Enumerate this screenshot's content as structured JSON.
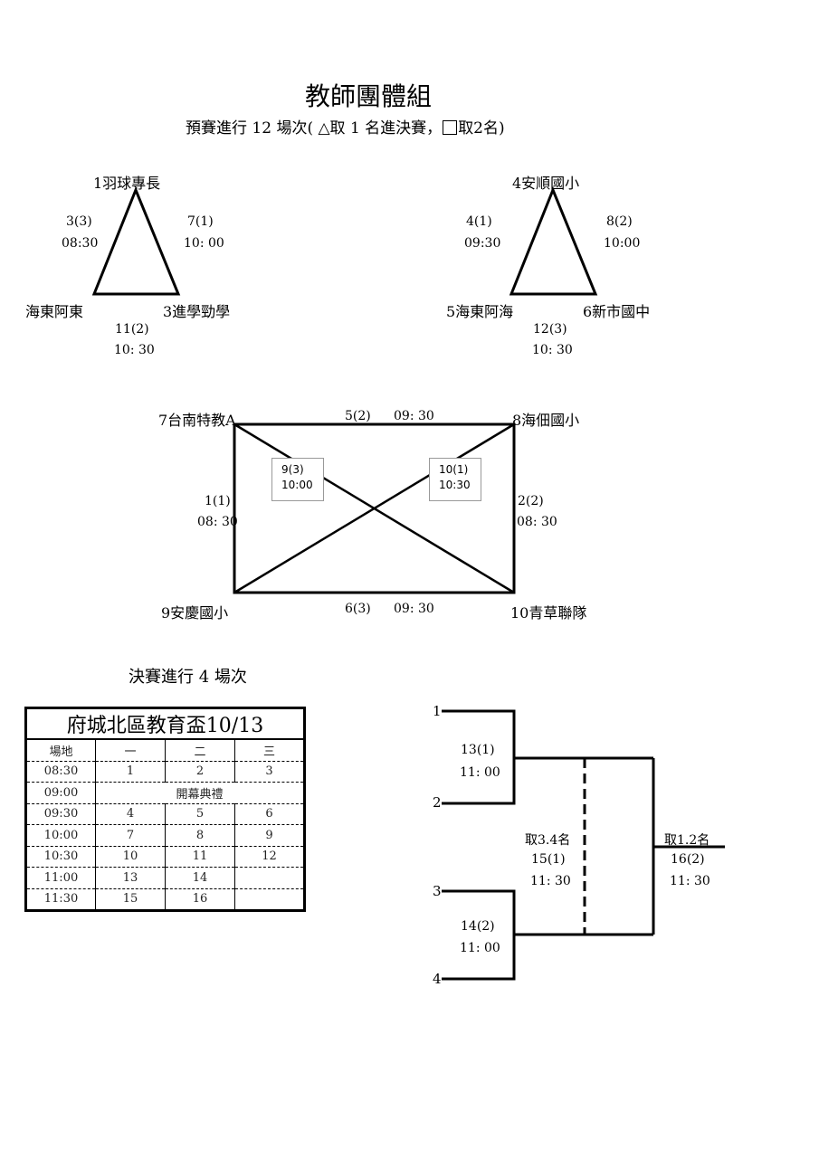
{
  "title": "教師團體組",
  "subtitle": {
    "prefix": "預賽進行  12  場次(  △取  1  名進決賽，",
    "suffix": "取2名)"
  },
  "group1": {
    "team1": "1羽球專長",
    "team2": "海東阿東",
    "team3": "3進學勁學",
    "match_a": {
      "id": "3(3)",
      "time": "08:30"
    },
    "match_b": {
      "id": "7(1)",
      "time": "10: 00"
    },
    "match_c": {
      "id": "11(2)",
      "time": "10: 30"
    }
  },
  "group2": {
    "team4": "4安順國小",
    "team5": "5海東阿海",
    "team6": "6新市國中",
    "match_a": {
      "id": "4(1)",
      "time": "09:30"
    },
    "match_b": {
      "id": "8(2)",
      "time": "10:00"
    },
    "match_c": {
      "id": "12(3)",
      "time": "10: 30"
    }
  },
  "group3": {
    "team7": "7台南特教A",
    "team8": "8海佃國小",
    "team9": "9安慶國小",
    "team10": "10青草聯隊",
    "top_match": {
      "id": "5(2)",
      "time": "09: 30"
    },
    "bottom_match": {
      "id": "6(3)",
      "time": "09: 30"
    },
    "left_match": {
      "id": "1(1)",
      "time": "08: 30"
    },
    "right_match": {
      "id": "2(2)",
      "time": "08: 30"
    },
    "diag_box_1": {
      "line1": "9(3)",
      "line2": "10:00"
    },
    "diag_box_2": {
      "line1": "10(1)",
      "line2": "10:30"
    }
  },
  "finals_heading": "決賽進行  4  場次",
  "schedule": {
    "title": "府城北區教育盃10/13",
    "headers": [
      "場地",
      "一",
      "二",
      "三"
    ],
    "rows": [
      {
        "time": "08:30",
        "c1": "1",
        "c2": "2",
        "c3": "3"
      },
      {
        "time": "09:00",
        "merged": "開幕典禮"
      },
      {
        "time": "09:30",
        "c1": "4",
        "c2": "5",
        "c3": "6"
      },
      {
        "time": "10:00",
        "c1": "7",
        "c2": "8",
        "c3": "9"
      },
      {
        "time": "10:30",
        "c1": "10",
        "c2": "11",
        "c3": "12"
      },
      {
        "time": "11:00",
        "c1": "13",
        "c2": "14",
        "c3": ""
      },
      {
        "time": "11:30",
        "c1": "15",
        "c2": "16",
        "c3": ""
      }
    ]
  },
  "bracket": {
    "seed1": "1",
    "seed2": "2",
    "seed3": "3",
    "seed4": "4",
    "semi1": {
      "id": "13(1)",
      "time": "11: 00"
    },
    "semi2": {
      "id": "14(2)",
      "time": "11: 00"
    },
    "third": {
      "label": "取3.4名",
      "id": "15(1)",
      "time": "11: 30"
    },
    "final": {
      "label": "取1.2名",
      "id": "16(2)",
      "time": "11: 30"
    }
  }
}
